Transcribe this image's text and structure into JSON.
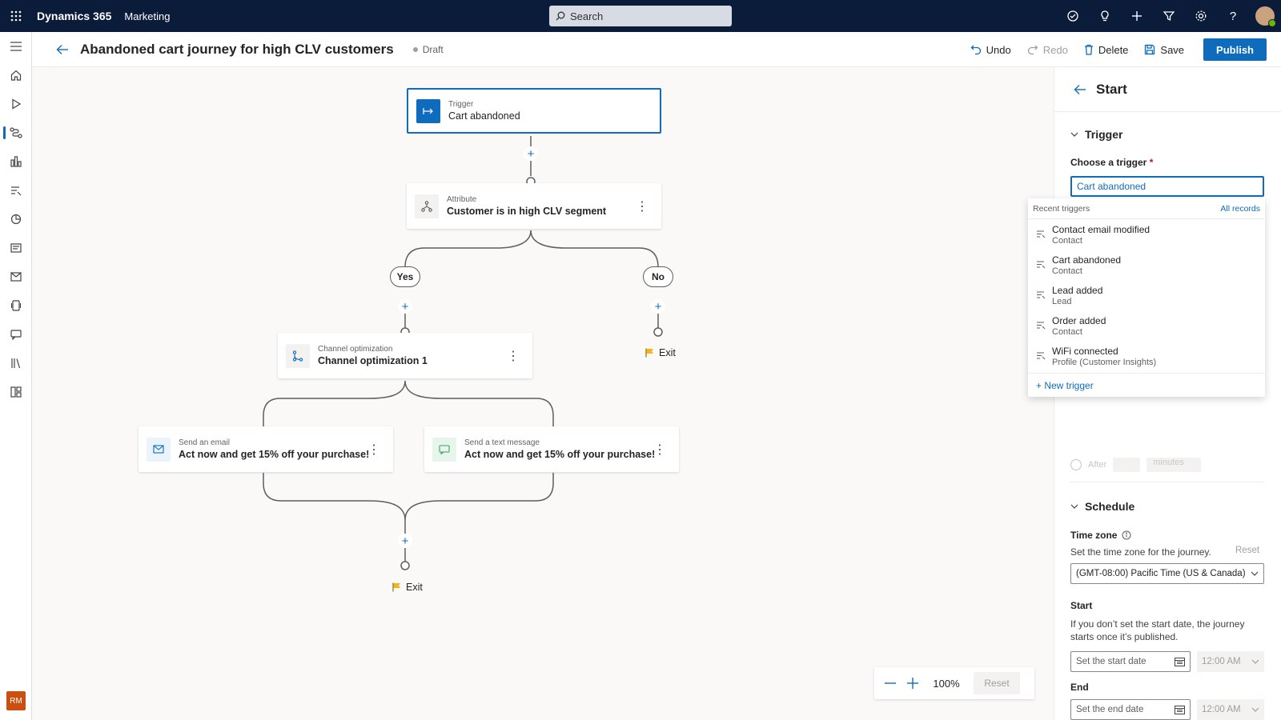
{
  "topbar": {
    "brand": "Dynamics 365",
    "app": "Marketing",
    "search_placeholder": "Search"
  },
  "rail": {
    "avatar_initials": "RM"
  },
  "header": {
    "title": "Abandoned cart journey for high CLV customers",
    "status": "Draft",
    "undo": "Undo",
    "redo": "Redo",
    "delete": "Delete",
    "save": "Save",
    "publish": "Publish"
  },
  "canvas": {
    "trigger": {
      "type": "Trigger",
      "title": "Cart abandoned"
    },
    "attribute": {
      "type": "Attribute",
      "title": "Customer is in high CLV segment"
    },
    "branch_yes": "Yes",
    "branch_no": "No",
    "channel_opt": {
      "type": "Channel optimization",
      "title": "Channel optimization 1"
    },
    "email": {
      "type": "Send an email",
      "title": "Act now and get 15% off your purchase!"
    },
    "sms": {
      "type": "Send a text message",
      "title": "Act now and get 15% off your purchase!"
    },
    "exit_no": "Exit",
    "exit_main": "Exit",
    "zoom": {
      "level": "100%",
      "reset": "Reset"
    }
  },
  "panel": {
    "title": "Start",
    "trigger_section": "Trigger",
    "choose_trigger_label": "Choose a trigger",
    "required_mark": "*",
    "trigger_value": "Cart abandoned",
    "ghost_after": "After",
    "ghost_unit": "minutes",
    "schedule_section": "Schedule",
    "timezone_label": "Time zone",
    "timezone_hint": "Set the time zone for the journey.",
    "timezone_reset": "Reset",
    "timezone_value": "(GMT-08:00) Pacific Time (US & Canada)",
    "start_label": "Start",
    "start_hint": "If you don’t set the start date, the journey starts once it’s published.",
    "start_date_placeholder": "Set the start date",
    "start_time": "12:00 AM",
    "end_label": "End",
    "end_date_placeholder": "Set the end date",
    "end_time": "12:00 AM"
  },
  "dropdown": {
    "header": "Recent triggers",
    "all_records": "All records",
    "items": [
      {
        "name": "Contact email modified",
        "sub": "Contact"
      },
      {
        "name": "Cart abandoned",
        "sub": "Contact"
      },
      {
        "name": "Lead added",
        "sub": "Lead"
      },
      {
        "name": "Order added",
        "sub": "Contact"
      },
      {
        "name": "WiFi connected",
        "sub": "Profile (Customer Insights)"
      }
    ],
    "new_trigger": "+ New trigger"
  },
  "colors": {
    "topbar_bg": "#0b1b3a",
    "accent": "#0f6cbd",
    "flag": "#f2b61c",
    "avatar_bg": "#ca5010"
  }
}
